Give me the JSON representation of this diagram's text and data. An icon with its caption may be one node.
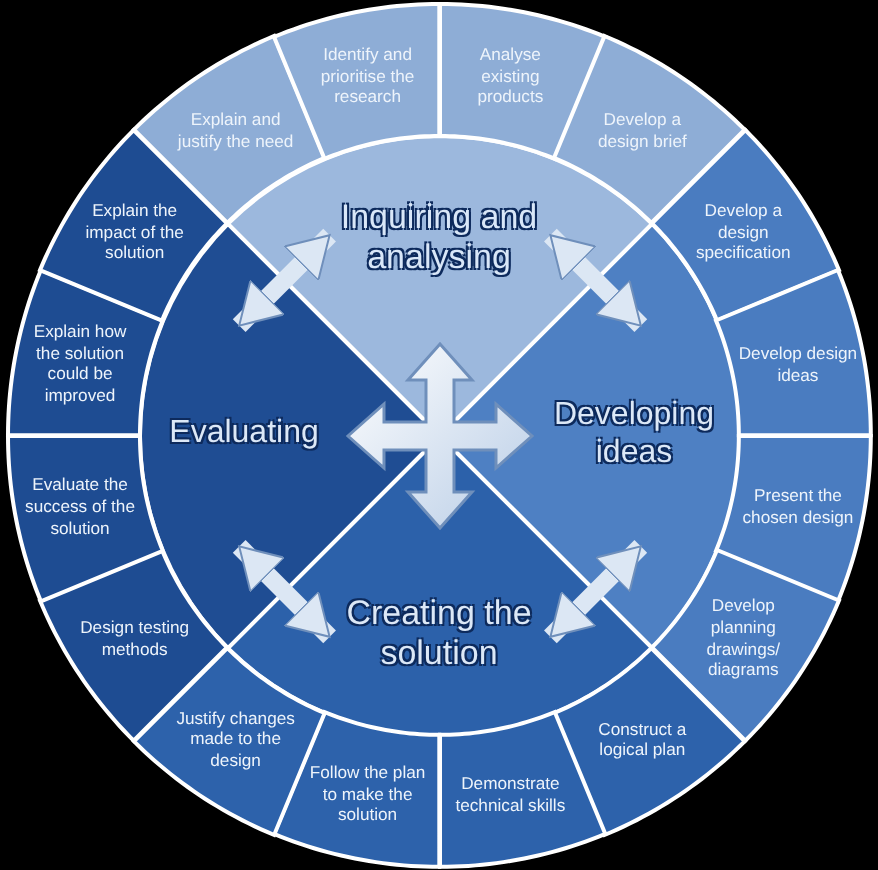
{
  "diagram": {
    "nodes": [
      {
        "text": [
          "Inquiring and analysing"
        ]
      },
      {
        "text": [
          "Developing ideas"
        ]
      },
      {
        "text": [
          "Creating the solution"
        ]
      },
      {
        "text": [
          "Evaluating"
        ]
      },
      {
        "text": [
          "Explain and justify the need"
        ]
      },
      {
        "text": [
          "Identify and prioritise the research"
        ]
      },
      {
        "text": [
          "Analyse existing products"
        ]
      },
      {
        "text": [
          "Develop a design brief"
        ]
      },
      {
        "text": [
          "Develop a design specification"
        ]
      },
      {
        "text": [
          "Develop design ideas"
        ]
      },
      {
        "text": [
          "Present the chosen design"
        ]
      },
      {
        "text": [
          "Develop planning drawings/ diagrams"
        ]
      },
      {
        "text": [
          "Construct a logical plan"
        ]
      },
      {
        "text": [
          "Demonstrate technical skills"
        ]
      },
      {
        "text": [
          "Follow the plan to make the solution"
        ]
      },
      {
        "text": [
          "Justify changes made to the design"
        ]
      },
      {
        "text": [
          "Design testing methods"
        ]
      },
      {
        "text": [
          "Evaluate the success of the solution"
        ]
      },
      {
        "text": [
          "Explain how the solution could be improved"
        ]
      },
      {
        "text": [
          "Explain the impact of the solution"
        ]
      }
    ],
    "edges": [
      {
        "from": 0,
        "to": 1,
        "arrow": "both"
      },
      {
        "from": 1,
        "to": 2,
        "arrow": "both"
      },
      {
        "from": 2,
        "to": 3,
        "arrow": "both"
      },
      {
        "from": 3,
        "to": 0,
        "arrow": "both"
      }
    ]
  }
}
